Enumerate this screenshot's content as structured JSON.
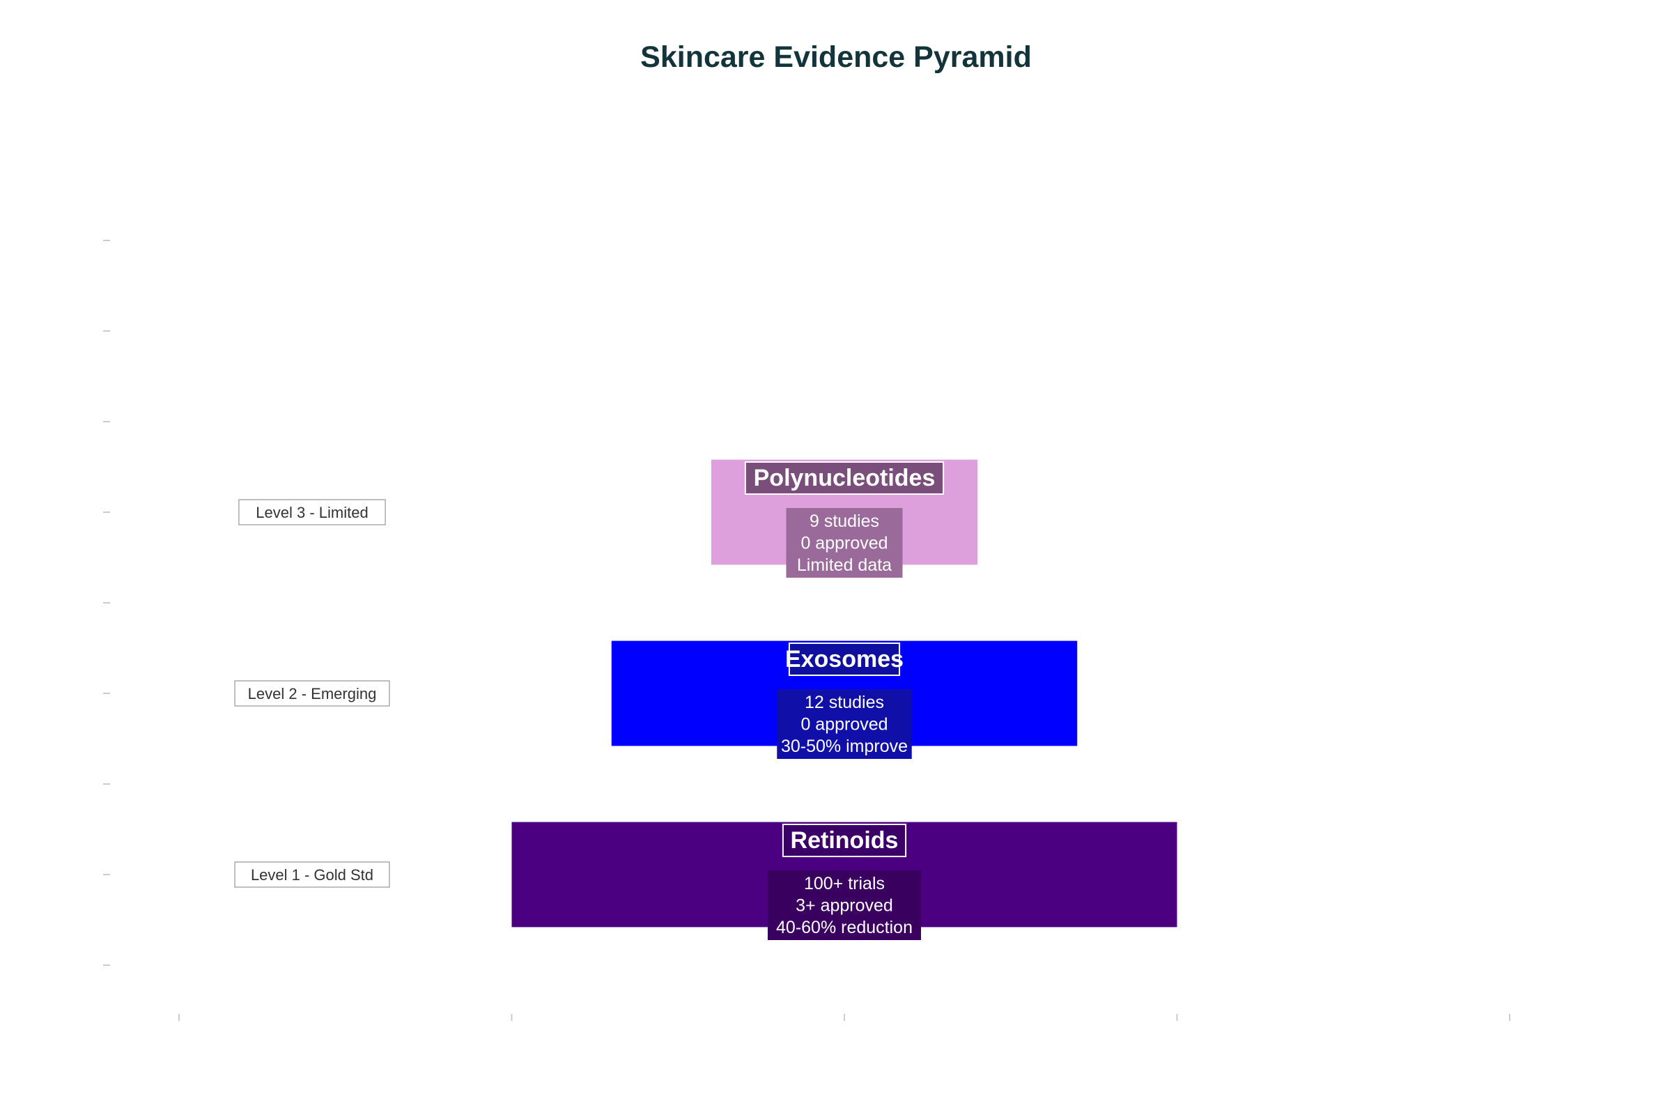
{
  "chart_data": {
    "type": "bar",
    "title": "Skincare Evidence Pyramid",
    "xlabel": "",
    "ylabel": "",
    "orientation": "horizontal-centered",
    "grid": false,
    "legend": "none",
    "levels": [
      {
        "level_label": "Level 1 - Gold Std",
        "name": "Retinoids",
        "lines": [
          "100+ trials",
          "3+ approved",
          "40-60% reduction"
        ],
        "width": 2.0,
        "color": "#4b0082",
        "label_box_color": "#3a0068",
        "text_box_color": "#3a0060"
      },
      {
        "level_label": "Level 2 - Emerging",
        "name": "Exosomes",
        "lines": [
          "12 studies",
          "0 approved",
          "30-50% improve"
        ],
        "width": 1.4,
        "color": "#0000ff",
        "label_box_color": "#1010a0",
        "text_box_color": "#1010a8"
      },
      {
        "level_label": "Level 3 - Limited",
        "name": "Polynucleotides",
        "lines": [
          "9 studies",
          "0 approved",
          "Limited data"
        ],
        "width": 0.8,
        "color": "#dda0dd",
        "label_box_color": "#7a4e7a",
        "text_box_color": "#9a6a9a"
      }
    ],
    "xlim": [
      -2,
      2
    ],
    "ylim": [
      -0.5,
      3.5
    ],
    "x_ticks": [
      -2,
      -1,
      0,
      1,
      2
    ],
    "y_ticks": [
      -0.5,
      0,
      0.5,
      1,
      1.5,
      2,
      2.5,
      3,
      3.5
    ]
  }
}
